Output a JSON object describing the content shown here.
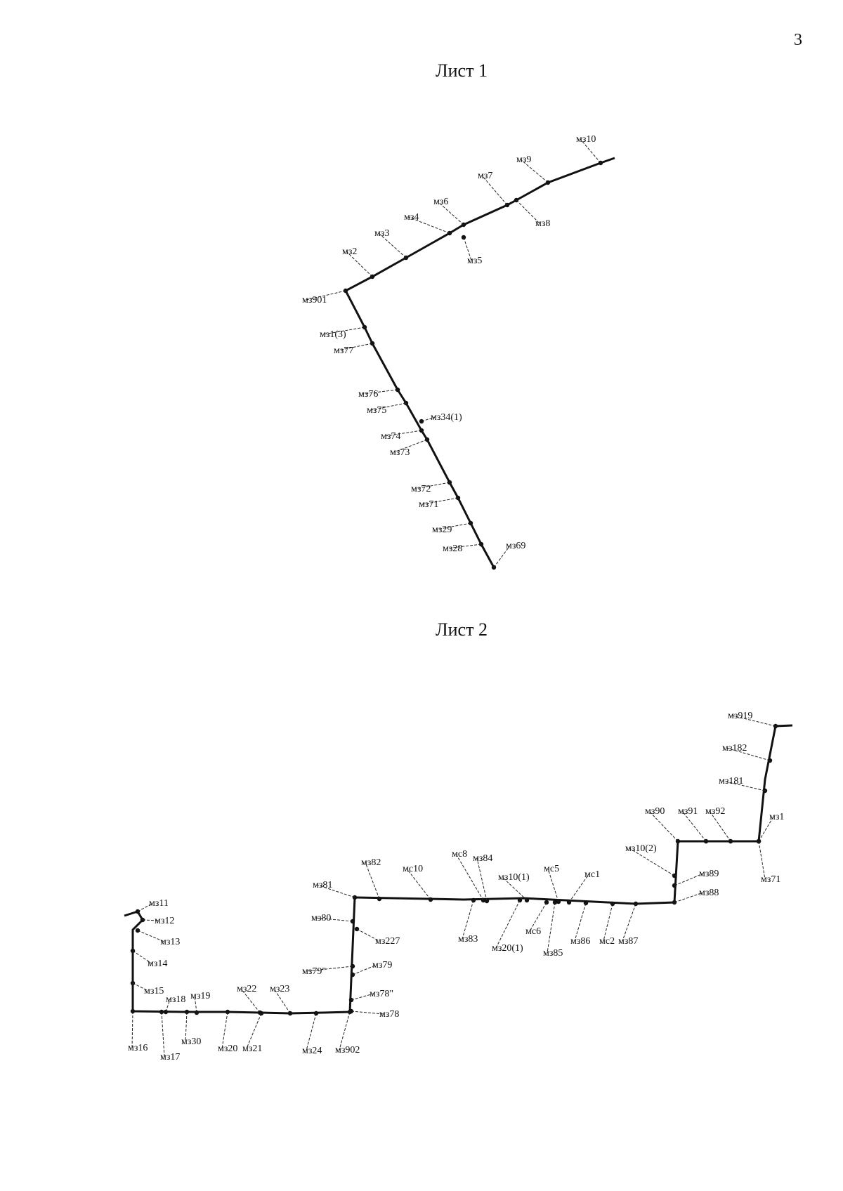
{
  "page_number": "3",
  "sheets": [
    {
      "title": "Лист 1",
      "points": [
        "мз10",
        "мз9",
        "мз7",
        "мз8",
        "мз6",
        "мз4",
        "мз5",
        "мз3",
        "мз2",
        "мз901",
        "мз1(3)",
        "мз77",
        "мз76",
        "мз75",
        "мз34(1)",
        "мз74",
        "мз73",
        "мз72",
        "мз71",
        "мз29",
        "мз28",
        "мз69"
      ]
    },
    {
      "title": "Лист 2",
      "points": [
        "мз919",
        "мз182",
        "мз181",
        "мз1",
        "мз71",
        "мз90",
        "мз91",
        "мз92",
        "мз10(2)",
        "мз89",
        "мз88",
        "мс1",
        "мс5",
        "мз10(1)",
        "мс8",
        "мз84",
        "мс10",
        "мз82",
        "мз81",
        "мз83",
        "мз20(1)",
        "мс6",
        "мз85",
        "мз86",
        "мс2",
        "мз87",
        "мз80",
        "мз227",
        "мз79\"",
        "мз79",
        "мз78\"",
        "мз78",
        "мз902",
        "мз11",
        "мз12",
        "мз13",
        "мз14",
        "мз15",
        "мз16",
        "мз17",
        "мз18",
        "мз30",
        "мз19",
        "мз20",
        "мз22",
        "мз21",
        "мз23",
        "мз24"
      ]
    }
  ]
}
